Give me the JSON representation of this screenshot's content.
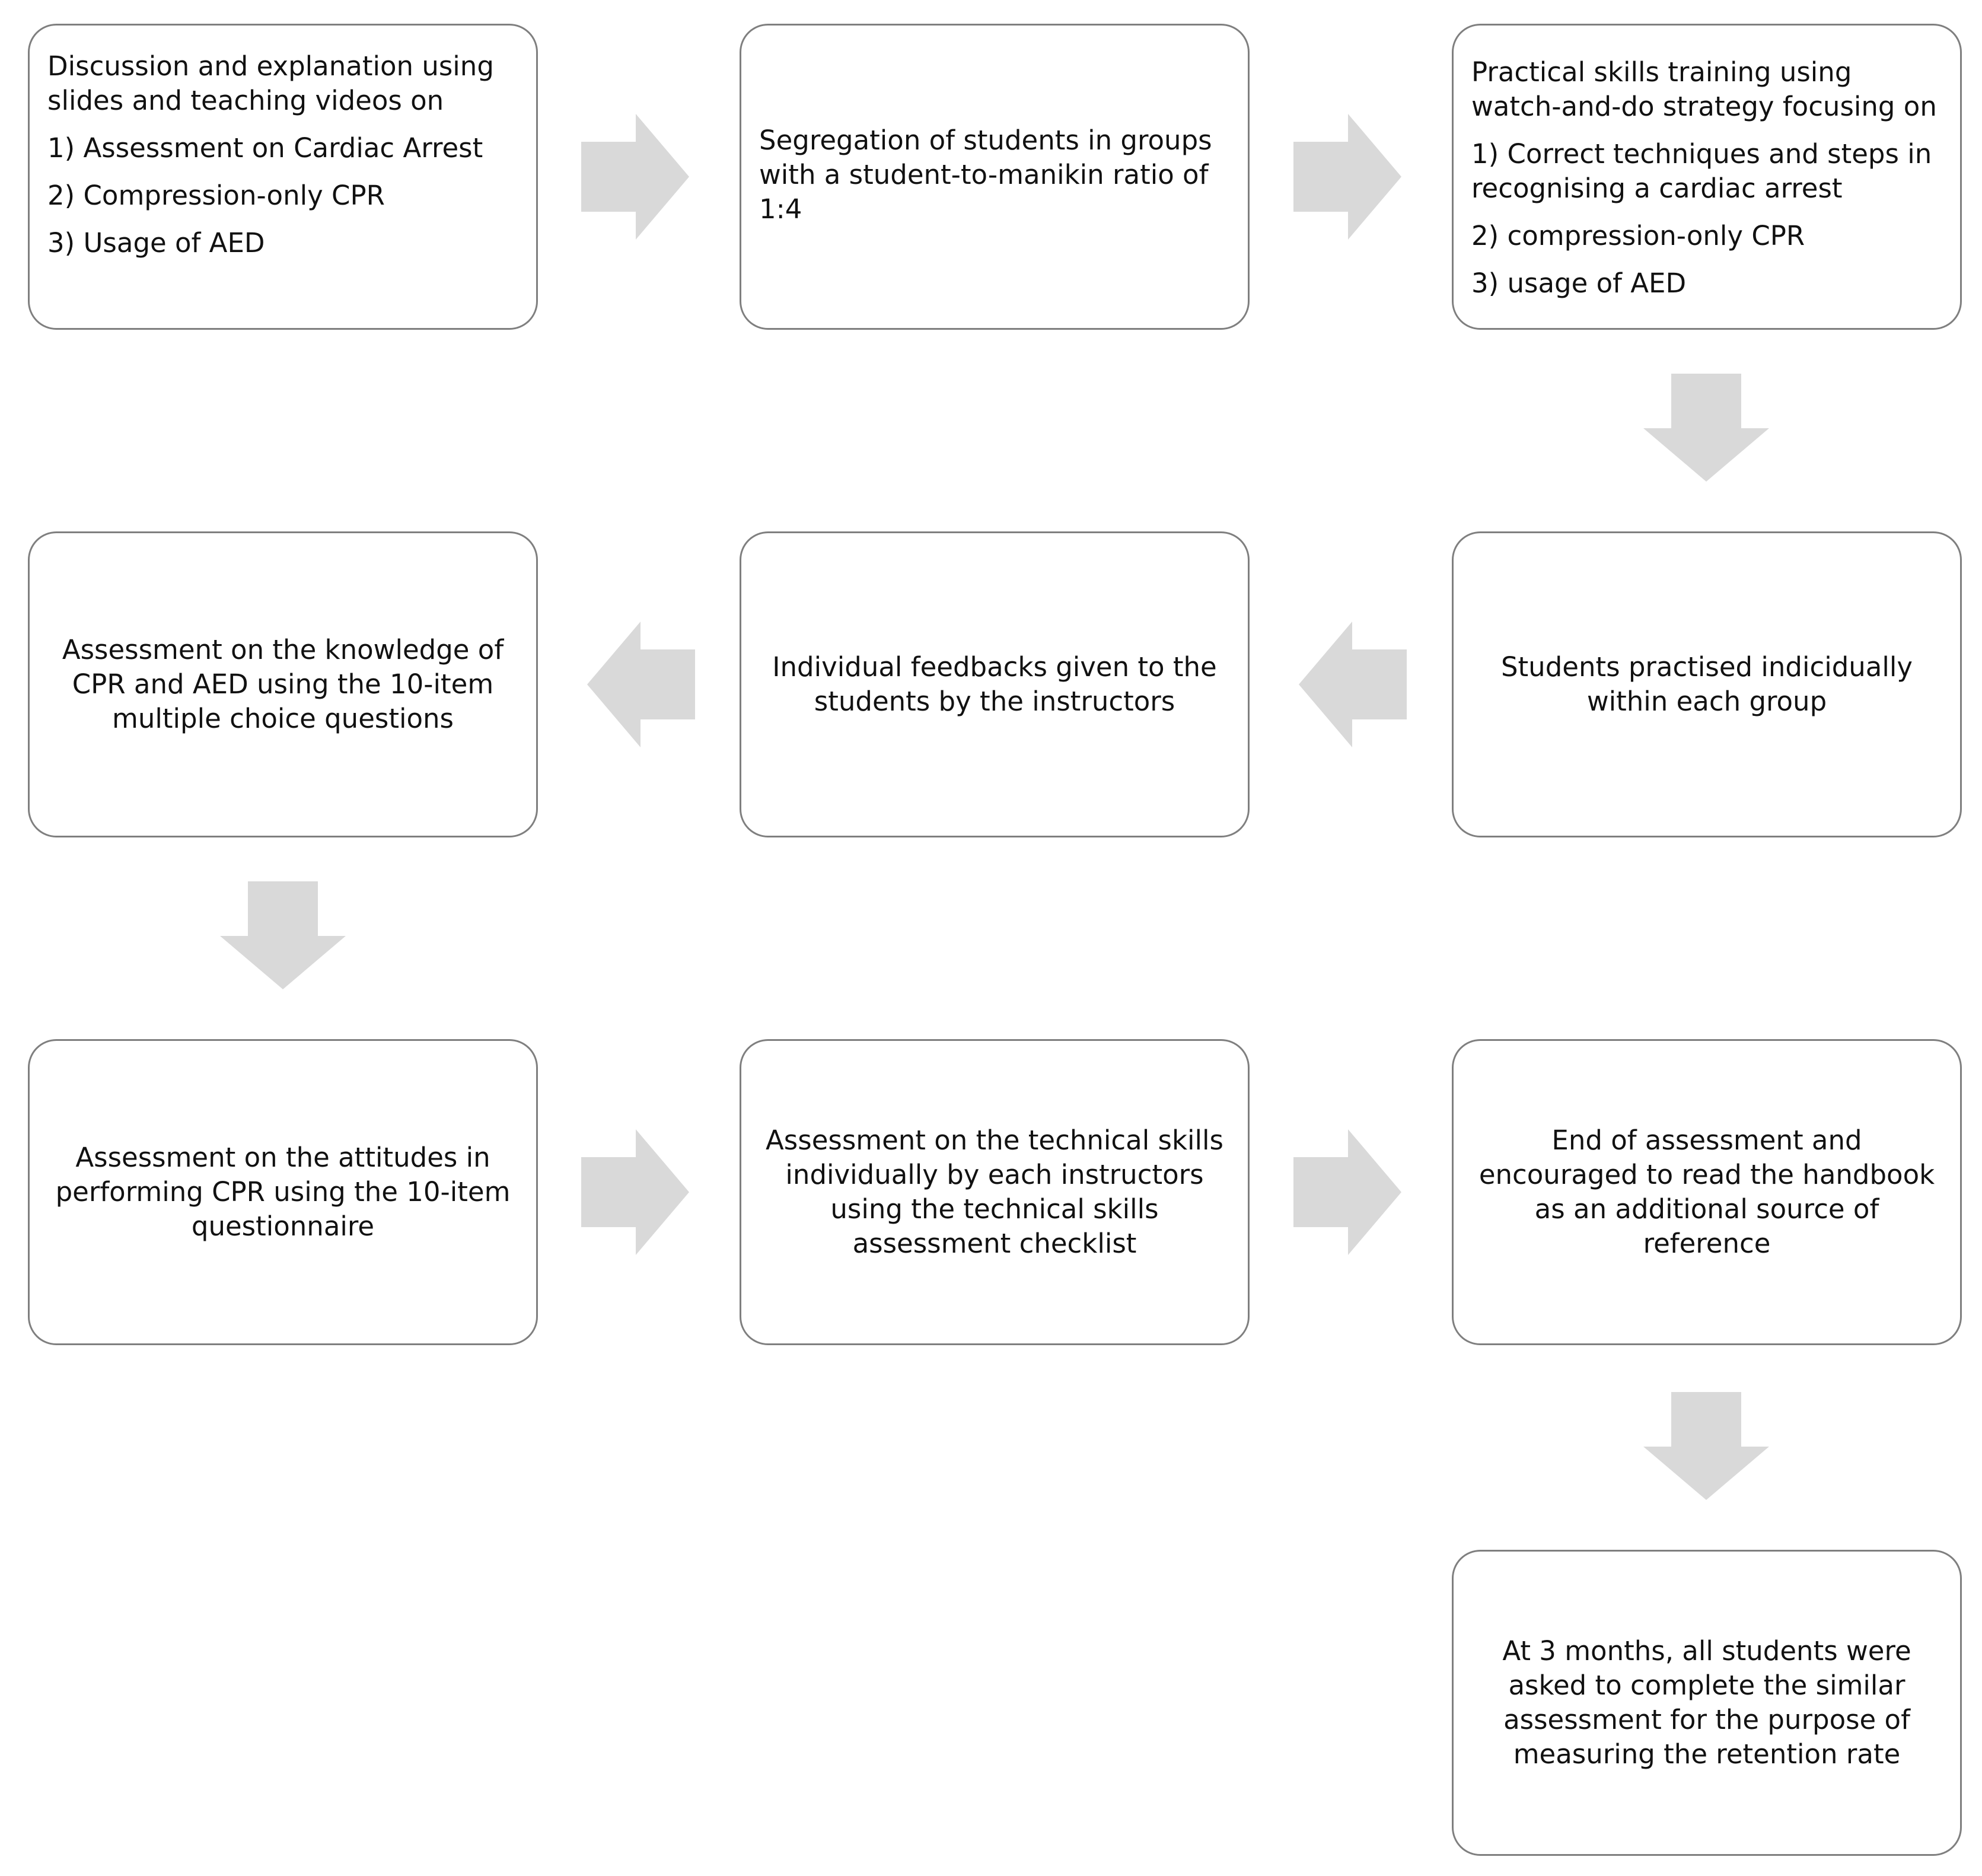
{
  "steps": [
    {
      "text": "Discussion and explanation using slides and teaching videos on",
      "items": [
        "1) Assessment on Cardiac Arrest",
        "2) Compression-only CPR",
        "3) Usage of AED"
      ]
    },
    {
      "text": "Segregation of students in groups with a student-to-manikin ratio of 1:4"
    },
    {
      "text": "Practical skills training using watch-and-do strategy focusing on",
      "items": [
        "1) Correct techniques and steps in recognising a cardiac arrest",
        "2) compression-only CPR",
        "3) usage of AED"
      ]
    },
    {
      "text": "Students practised indicidually within each group"
    },
    {
      "text": "Individual feedbacks given to the students by the instructors"
    },
    {
      "text": "Assessment on the knowledge of CPR and AED using the 10-item multiple choice questions"
    },
    {
      "text": "Assessment on the attitudes in performing CPR using the 10-item questionnaire"
    },
    {
      "text": "Assessment on the technical skills individually by each instructors using the technical skills assessment checklist"
    },
    {
      "text": "End of assessment and encouraged to read the handbook as an additional source of reference"
    },
    {
      "text": "At 3 months, all students were asked to complete the similar assessment for the purpose of measuring the retention rate"
    }
  ]
}
